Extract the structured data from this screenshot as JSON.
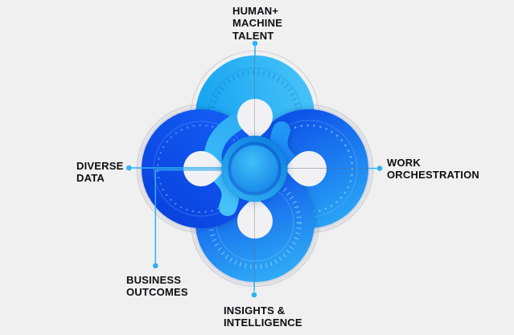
{
  "page": {
    "background": "#f0f0f1"
  },
  "diagram": {
    "name": "four-petal capability flower",
    "colors": {
      "connector": "#2fb1f6",
      "outline": "#cfd0d4",
      "crosshair": "rgba(95,105,120,0.42)",
      "teardrop": "#f1f1f3",
      "text": "#0e0e10"
    },
    "gradients": {
      "top": {
        "from": "#14a2f1",
        "to": "#48c3f8"
      },
      "right": {
        "from": "#0a49e8",
        "to": "#2aa7f6"
      },
      "bottom": {
        "from": "#0946e7",
        "to": "#2fadf6"
      },
      "left": {
        "from": "#0941dd",
        "to": "#145ff6"
      },
      "tail_top": {
        "from": "#2fb0f5",
        "to": "#45c3f8"
      },
      "tail_bottom": {
        "from": "#0f5ff2",
        "to": "#2196f4"
      },
      "badge_ring": {
        "from": "#118ae9",
        "to": "#31b7f7"
      },
      "badge_inner": {
        "from": "#3ec0f8",
        "to": "#1581e8"
      }
    }
  },
  "labels": {
    "top": {
      "text": "HUMAN+\nMACHINE\nTALENT"
    },
    "right": {
      "text": "WORK\nORCHESTRATION"
    },
    "bottom": {
      "text": "INSIGHTS &\nINTELLIGENCE"
    },
    "left": {
      "text": "DIVERSE\nDATA"
    },
    "elbow": {
      "text": "BUSINESS\nOUTCOMES"
    }
  }
}
